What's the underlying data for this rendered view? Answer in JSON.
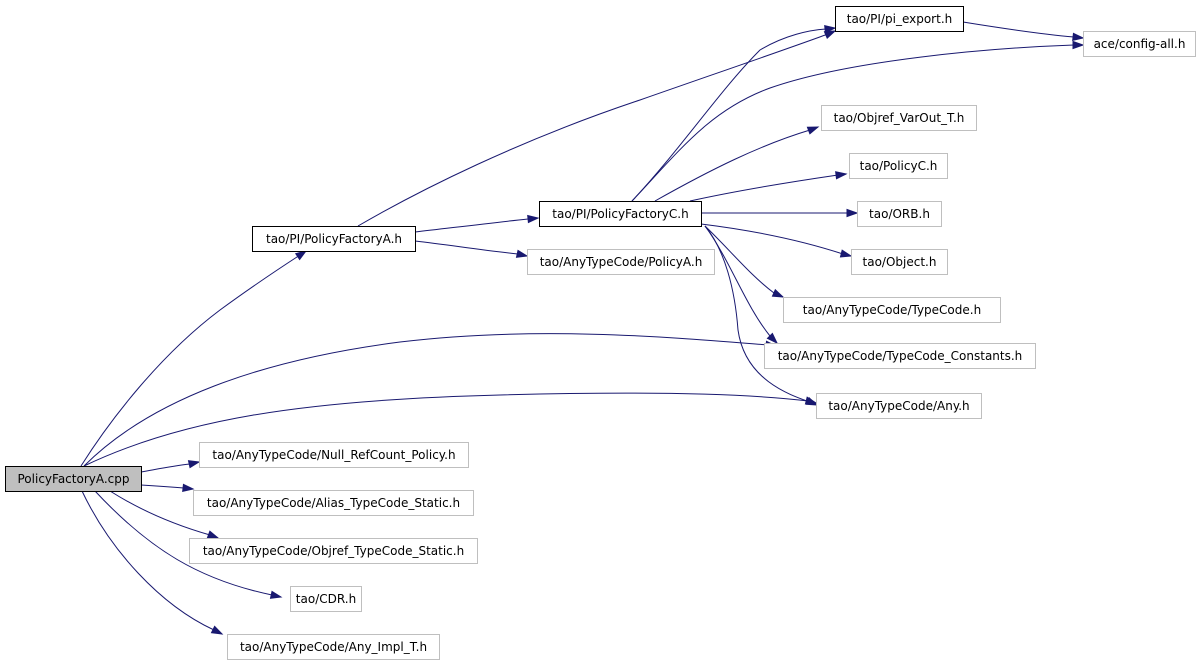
{
  "nodes": [
    {
      "id": "root",
      "label": "PolicyFactoryA.cpp",
      "style": "root"
    },
    {
      "id": "pfa_h",
      "label": "tao/PI/PolicyFactoryA.h",
      "style": "linked"
    },
    {
      "id": "pfc_h",
      "label": "tao/PI/PolicyFactoryC.h",
      "style": "linked"
    },
    {
      "id": "pi_export",
      "label": "tao/PI/pi_export.h",
      "style": "linked"
    },
    {
      "id": "config_all",
      "label": "ace/config-all.h",
      "style": "plain"
    },
    {
      "id": "objref_varout",
      "label": "tao/Objref_VarOut_T.h",
      "style": "plain"
    },
    {
      "id": "policyc",
      "label": "tao/PolicyC.h",
      "style": "plain"
    },
    {
      "id": "orb",
      "label": "tao/ORB.h",
      "style": "plain"
    },
    {
      "id": "object",
      "label": "tao/Object.h",
      "style": "plain"
    },
    {
      "id": "policya",
      "label": "tao/AnyTypeCode/PolicyA.h",
      "style": "plain"
    },
    {
      "id": "typecode",
      "label": "tao/AnyTypeCode/TypeCode.h",
      "style": "plain"
    },
    {
      "id": "tc_constants",
      "label": "tao/AnyTypeCode/TypeCode_Constants.h",
      "style": "plain"
    },
    {
      "id": "any",
      "label": "tao/AnyTypeCode/Any.h",
      "style": "plain"
    },
    {
      "id": "null_refcount",
      "label": "tao/AnyTypeCode/Null_RefCount_Policy.h",
      "style": "plain"
    },
    {
      "id": "alias_tc",
      "label": "tao/AnyTypeCode/Alias_TypeCode_Static.h",
      "style": "plain"
    },
    {
      "id": "objref_tc",
      "label": "tao/AnyTypeCode/Objref_TypeCode_Static.h",
      "style": "plain"
    },
    {
      "id": "cdr",
      "label": "tao/CDR.h",
      "style": "plain"
    },
    {
      "id": "any_impl",
      "label": "tao/AnyTypeCode/Any_Impl_T.h",
      "style": "plain"
    }
  ],
  "edges": [
    {
      "from": "root",
      "to": "pfa_h"
    },
    {
      "from": "root",
      "to": "tc_constants"
    },
    {
      "from": "root",
      "to": "any"
    },
    {
      "from": "root",
      "to": "null_refcount"
    },
    {
      "from": "root",
      "to": "alias_tc"
    },
    {
      "from": "root",
      "to": "objref_tc"
    },
    {
      "from": "root",
      "to": "cdr"
    },
    {
      "from": "root",
      "to": "any_impl"
    },
    {
      "from": "pfa_h",
      "to": "pi_export"
    },
    {
      "from": "pfa_h",
      "to": "pfc_h"
    },
    {
      "from": "pfa_h",
      "to": "policya"
    },
    {
      "from": "pfc_h",
      "to": "pi_export"
    },
    {
      "from": "pfc_h",
      "to": "config_all"
    },
    {
      "from": "pfc_h",
      "to": "objref_varout"
    },
    {
      "from": "pfc_h",
      "to": "policyc"
    },
    {
      "from": "pfc_h",
      "to": "orb"
    },
    {
      "from": "pfc_h",
      "to": "object"
    },
    {
      "from": "pfc_h",
      "to": "typecode"
    },
    {
      "from": "pfc_h",
      "to": "tc_constants"
    },
    {
      "from": "pfc_h",
      "to": "any"
    },
    {
      "from": "pi_export",
      "to": "config_all"
    }
  ],
  "colors": {
    "edge": "#191970",
    "root_fill": "#bfbfbf",
    "linked_border": "#000000",
    "plain_border": "#bfbfbf"
  }
}
